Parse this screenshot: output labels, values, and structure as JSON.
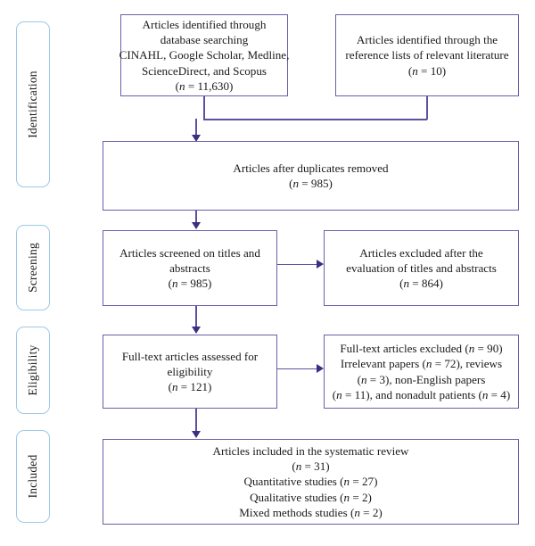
{
  "diagram": {
    "title": "PRISMA flow diagram",
    "colors": {
      "box_border": "#6a5fa8",
      "stage_border": "#9ec9e6",
      "connector": "#5b51a0",
      "arrow_head": "#3b2f82",
      "background": "#ffffff",
      "text": "#1a1a1a"
    },
    "stages": [
      {
        "id": "identification",
        "label": "Identification"
      },
      {
        "id": "screening",
        "label": "Screening"
      },
      {
        "id": "eligibility",
        "label": "Eligibility"
      },
      {
        "id": "included",
        "label": "Included"
      }
    ],
    "nodes": {
      "database_search": {
        "lines": [
          "Articles identified through",
          "database searching",
          "CINAHL, Google Scholar, Medline,",
          "ScienceDirect, and Scopus",
          "(n = 11,630)"
        ],
        "count": 11630
      },
      "reference_lists": {
        "lines": [
          "Articles identified through the",
          "reference lists of relevant literature",
          "(n = 10)"
        ],
        "count": 10
      },
      "duplicates_removed": {
        "lines": [
          "Articles after duplicates removed",
          "(n = 985)"
        ],
        "count": 985
      },
      "screened": {
        "lines": [
          "Articles screened on titles and",
          "abstracts",
          "(n = 985)"
        ],
        "count": 985
      },
      "excluded_screening": {
        "lines": [
          "Articles excluded after the",
          "evaluation of titles and abstracts",
          "(n = 864)"
        ],
        "count": 864
      },
      "fulltext_assessed": {
        "lines": [
          "Full-text articles assessed for",
          "eligibility",
          "(n = 121)"
        ],
        "count": 121
      },
      "excluded_fulltext": {
        "lines": [
          "Full-text articles excluded (n = 90)",
          "Irrelevant papers (n = 72), reviews",
          "(n = 3), non-English papers",
          "(n = 11), and nonadult patients (n = 4)"
        ],
        "count": 90,
        "reasons": [
          {
            "reason": "Irrelevant papers",
            "n": 72
          },
          {
            "reason": "reviews",
            "n": 3
          },
          {
            "reason": "non-English papers",
            "n": 11
          },
          {
            "reason": "nonadult patients",
            "n": 4
          }
        ]
      },
      "included": {
        "lines": [
          "Articles included in the systematic review",
          "(n = 31)",
          "Quantitative studies (n = 27)",
          "Qualitative studies (n = 2)",
          "Mixed methods studies (n = 2)"
        ],
        "count": 31,
        "breakdown": [
          {
            "label": "Quantitative studies",
            "n": 27
          },
          {
            "label": "Qualitative studies",
            "n": 2
          },
          {
            "label": "Mixed methods studies",
            "n": 2
          }
        ]
      }
    }
  }
}
